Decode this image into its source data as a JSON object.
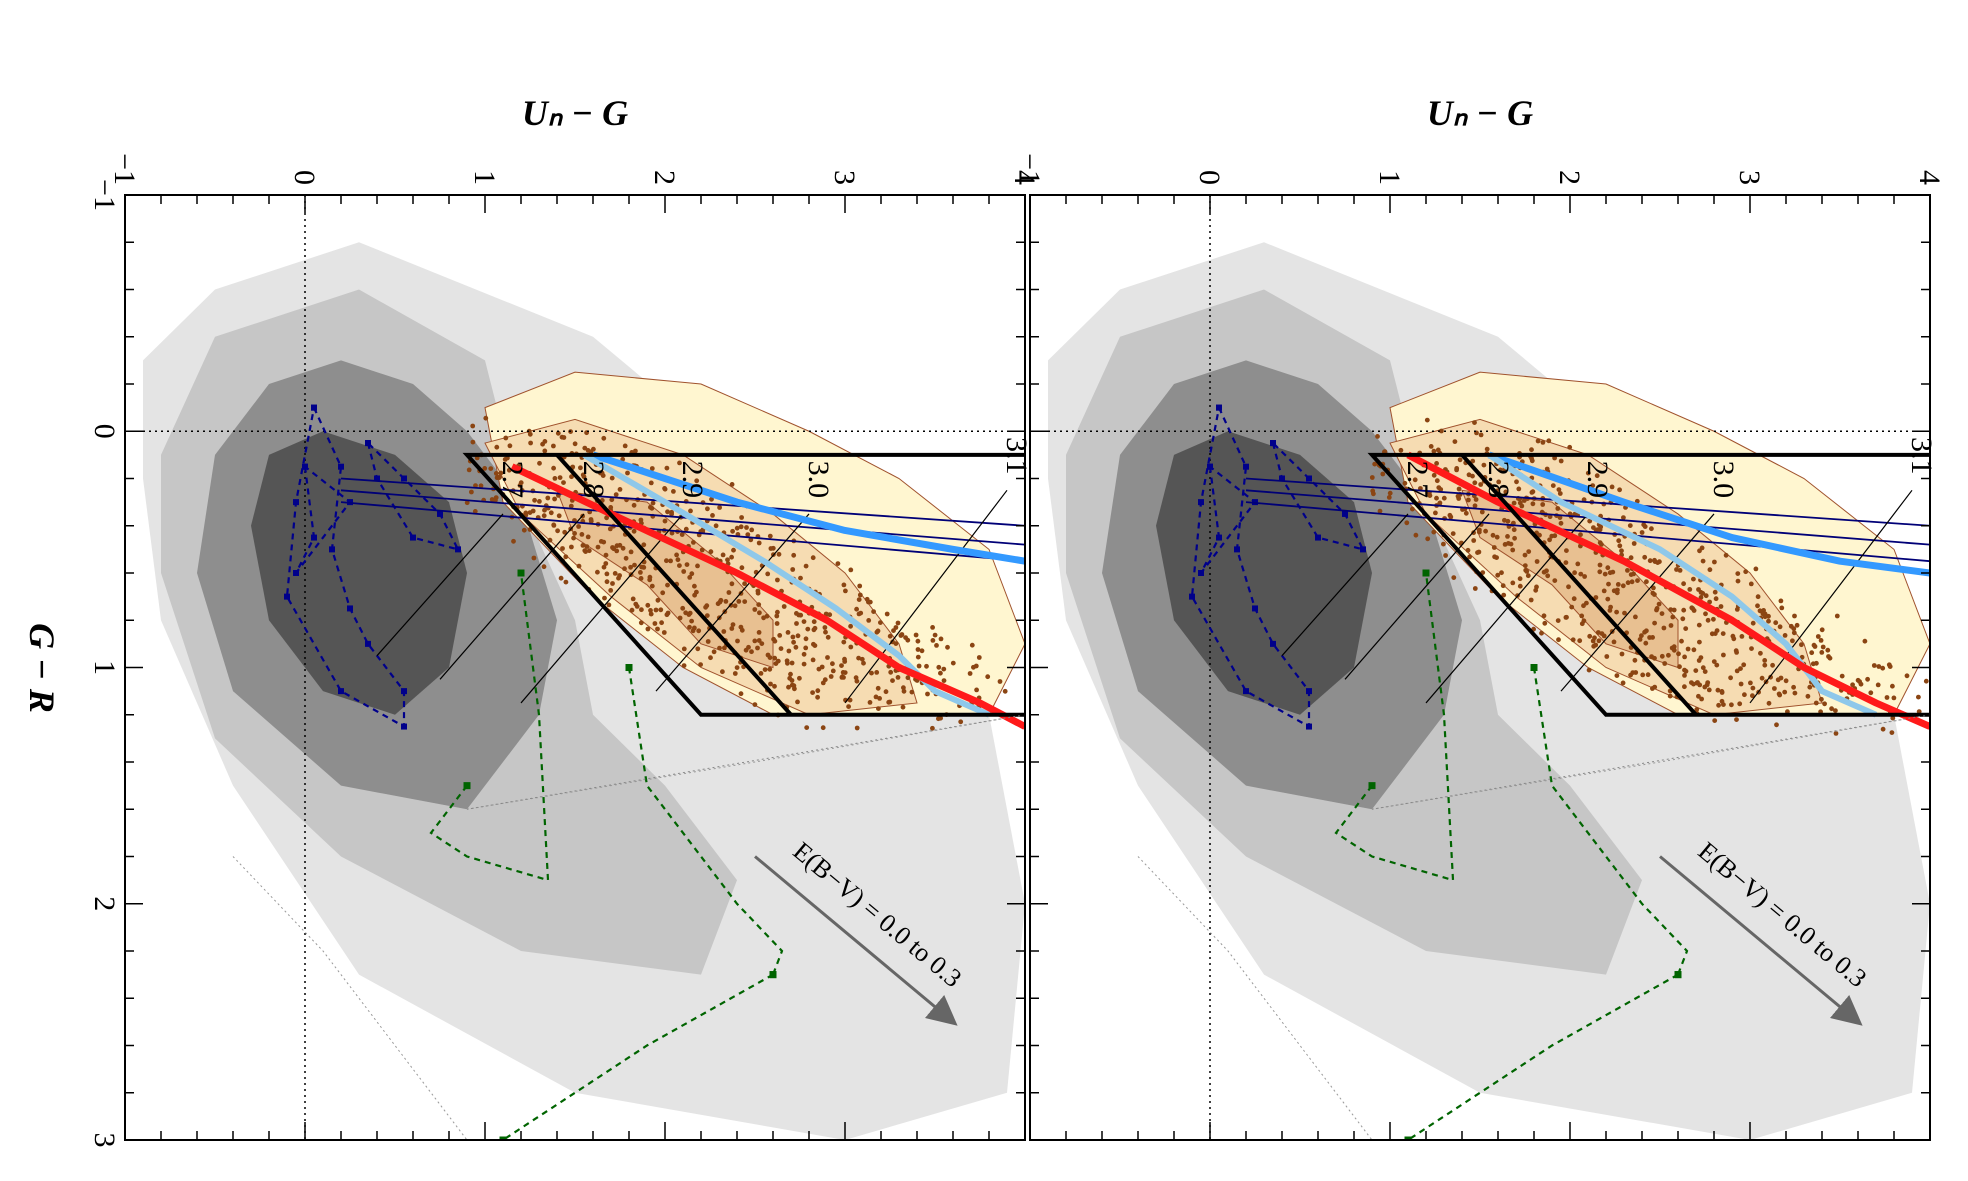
{
  "chart_data": {
    "type": "scatter",
    "orientation": "rotated 90 degrees clockwise (x axis runs top-to-bottom, y axis runs right-to-left)",
    "panels": [
      {
        "id": "top",
        "xlabel": "G − R",
        "ylabel": "Uₙ − G",
        "xlim": [
          -1,
          3
        ],
        "ylim": [
          -1,
          4
        ],
        "x_ticks": [
          -1,
          0,
          1,
          2,
          3
        ],
        "y_ticks": [
          -1,
          0,
          1,
          2,
          3,
          4
        ],
        "reference_lines": {
          "x": 0,
          "y": 0,
          "style": "dotted"
        },
        "redshift_labels": [
          "2.7",
          "2.8",
          "2.9",
          "3.0",
          "3.1"
        ],
        "redshift_tracks": [
          {
            "label": "2.7",
            "points": [
              [
                0.35,
                1.1
              ],
              [
                0.95,
                0.4
              ]
            ]
          },
          {
            "label": "2.8",
            "points": [
              [
                0.35,
                1.55
              ],
              [
                1.05,
                0.75
              ]
            ]
          },
          {
            "label": "2.9",
            "points": [
              [
                0.35,
                2.1
              ],
              [
                1.15,
                1.2
              ]
            ]
          },
          {
            "label": "3.0",
            "points": [
              [
                0.35,
                2.8
              ],
              [
                1.1,
                1.95
              ]
            ]
          },
          {
            "label": "3.1",
            "points": [
              [
                0.25,
                3.9
              ],
              [
                1.15,
                3.0
              ]
            ]
          }
        ],
        "selection_box": [
          [
            0.1,
            4.0
          ],
          [
            0.1,
            0.9
          ],
          [
            1.2,
            2.2
          ],
          [
            1.2,
            4.0
          ]
        ],
        "inner_box_line": [
          [
            0.1,
            1.4
          ],
          [
            1.2,
            2.7
          ]
        ],
        "red_track": [
          [
            0.1,
            1.1
          ],
          [
            0.3,
            1.6
          ],
          [
            0.55,
            2.3
          ],
          [
            0.8,
            2.9
          ],
          [
            1.0,
            3.3
          ],
          [
            1.15,
            3.7
          ],
          [
            1.25,
            4.0
          ]
        ],
        "lightblue_track": [
          [
            0.1,
            1.55
          ],
          [
            0.3,
            1.95
          ],
          [
            0.5,
            2.5
          ],
          [
            0.7,
            2.9
          ],
          [
            0.9,
            3.2
          ],
          [
            1.1,
            3.4
          ],
          [
            1.2,
            3.7
          ]
        ],
        "blue_track": [
          [
            0.1,
            1.55
          ],
          [
            0.3,
            2.3
          ],
          [
            0.45,
            2.9
          ],
          [
            0.55,
            3.5
          ],
          [
            0.6,
            4.0
          ]
        ],
        "navy_lines": [
          [
            [
              0.2,
              0.2
            ],
            [
              0.4,
              4.0
            ]
          ],
          [
            [
              0.25,
              0.2
            ],
            [
              0.48,
              4.0
            ]
          ],
          [
            [
              0.3,
              0.2
            ],
            [
              0.55,
              4.0
            ]
          ]
        ],
        "extinction_arrow": {
          "label": "E(B−V) = 0.0 to 0.3",
          "from": [
            1.8,
            2.5
          ],
          "to": [
            2.5,
            3.6
          ]
        }
      },
      {
        "id": "bottom",
        "xlabel": "G − R",
        "ylabel": "Uₙ − G",
        "xlim": [
          -1,
          3
        ],
        "ylim": [
          -1,
          4
        ],
        "x_ticks": [
          -1,
          0,
          1,
          2,
          3
        ],
        "y_ticks": [
          -1,
          0,
          1,
          2,
          3,
          4
        ],
        "reference_lines": {
          "x": 0,
          "y": 0,
          "style": "dotted"
        },
        "redshift_labels": [
          "2.7",
          "2.8",
          "2.9",
          "3.0",
          "3.1"
        ],
        "redshift_tracks": [
          {
            "label": "2.7",
            "points": [
              [
                0.35,
                1.1
              ],
              [
                0.95,
                0.4
              ]
            ]
          },
          {
            "label": "2.8",
            "points": [
              [
                0.35,
                1.55
              ],
              [
                1.05,
                0.75
              ]
            ]
          },
          {
            "label": "2.9",
            "points": [
              [
                0.35,
                2.1
              ],
              [
                1.15,
                1.2
              ]
            ]
          },
          {
            "label": "3.0",
            "points": [
              [
                0.35,
                2.8
              ],
              [
                1.1,
                1.95
              ]
            ]
          },
          {
            "label": "3.1",
            "points": [
              [
                0.25,
                3.9
              ],
              [
                1.15,
                3.0
              ]
            ]
          }
        ],
        "selection_box": [
          [
            0.1,
            4.0
          ],
          [
            0.1,
            0.9
          ],
          [
            1.2,
            2.2
          ],
          [
            1.2,
            4.0
          ]
        ],
        "inner_box_line": [
          [
            0.1,
            1.4
          ],
          [
            1.2,
            2.7
          ]
        ],
        "red_track": [
          [
            0.15,
            1.15
          ],
          [
            0.35,
            1.7
          ],
          [
            0.6,
            2.4
          ],
          [
            0.8,
            2.9
          ],
          [
            1.0,
            3.3
          ],
          [
            1.15,
            3.75
          ],
          [
            1.25,
            4.0
          ]
        ],
        "lightblue_track": [
          [
            0.1,
            1.55
          ],
          [
            0.3,
            2.0
          ],
          [
            0.55,
            2.55
          ],
          [
            0.75,
            2.95
          ],
          [
            0.95,
            3.3
          ],
          [
            1.1,
            3.5
          ],
          [
            1.2,
            3.8
          ]
        ],
        "blue_track": [
          [
            0.1,
            1.6
          ],
          [
            0.3,
            2.4
          ],
          [
            0.42,
            3.0
          ],
          [
            0.5,
            3.6
          ],
          [
            0.55,
            4.0
          ]
        ],
        "navy_lines": [
          [
            [
              0.2,
              0.2
            ],
            [
              0.4,
              4.0
            ]
          ],
          [
            [
              0.25,
              0.2
            ],
            [
              0.48,
              4.0
            ]
          ],
          [
            [
              0.3,
              0.2
            ],
            [
              0.55,
              4.0
            ]
          ]
        ],
        "extinction_arrow": {
          "label": "E(B−V) = 0.0 to 0.3",
          "from": [
            1.8,
            2.5
          ],
          "to": [
            2.5,
            3.6
          ]
        }
      }
    ],
    "colors": {
      "red_track": "#ff1a1a",
      "lightblue_track": "#8ec8ea",
      "blue_track": "#3399ff",
      "navy_lines": "#000077",
      "navy_dashed": "#00008b",
      "green_dashed": "#006400",
      "points": "#8b4513",
      "tan_contours": [
        "#fff6d0",
        "#f6dcb2",
        "#e8c091"
      ],
      "gray_contours": [
        "#e4e4e4",
        "#c6c6c6",
        "#8e8e8e",
        "#555555"
      ]
    }
  }
}
